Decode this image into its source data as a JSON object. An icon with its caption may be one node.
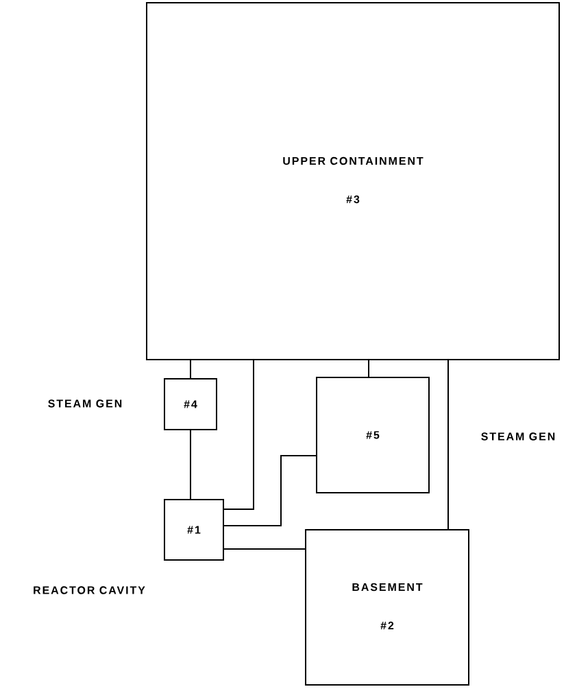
{
  "diagram": {
    "nodes": [
      {
        "text": [
          "UPPER CONTAINMENT",
          "#3"
        ]
      },
      {
        "text": [
          "#4"
        ]
      },
      {
        "text": [
          "#5"
        ]
      },
      {
        "text": [
          "#1"
        ],
        "beside": [
          "REACTOR CAVITY"
        ]
      },
      {
        "text": [
          "BASEMENT",
          "#2"
        ]
      }
    ],
    "edges": [
      {
        "from": 0,
        "to": 1,
        "arrow": "none"
      },
      {
        "from": 1,
        "to": 3,
        "arrow": "none"
      },
      {
        "from": 0,
        "to": 3,
        "arrow": "none"
      },
      {
        "from": 0,
        "to": 2,
        "arrow": "none"
      },
      {
        "from": 3,
        "to": 2,
        "arrow": "none"
      },
      {
        "from": 3,
        "to": 4,
        "arrow": "none"
      },
      {
        "from": 0,
        "to": 4,
        "arrow": "none"
      }
    ],
    "labels": [
      "STEAM GEN",
      "STEAM GEN"
    ]
  }
}
